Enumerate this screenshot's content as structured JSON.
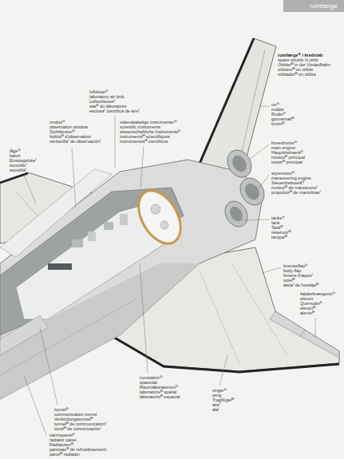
{
  "diagram": {
    "title": "rumfærge",
    "labels": [
      "rumfærgeᶠᵏ i kredsløb",
      "space shuttle in orbit",
      "Orbiterᴹ in der Umlaufbahn",
      "orbiteurᴹ en orbite",
      "orbitadorᴹ en órbita",
      "luftsluseᶠᵏ",
      "laboratory air lock",
      "Luftschleuseᶠ",
      "sasᴹ du laboratoire",
      "esclusaᶠ científica de aireᶠ",
      "vindueᶠᵏ",
      "observation window",
      "Sichtfensterᴺ",
      "hublotᴹ d'observation",
      "ventanillaᶠ de observaciónᶠ",
      "videnskabelige instrumenterᶠᵏ",
      "scientific instruments",
      "wissenschaftliche Instrumenteᴺ",
      "instrumentsᴹ scientifiques",
      "instrumentosᴹ científicos",
      "lågeᶠᵏ",
      "hatch",
      "Einstiegslukeᶠ",
      "écoutilleᶠ",
      "escotillaᶠ",
      "rorᶠᵏ",
      "rudder",
      "Ruderᴺ",
      "gouvernailᴹ",
      "timónᴹ",
      "hovedmotorᶠᵏ",
      "main engine",
      "Haupttriebwerkᴺ",
      "moteurᴹ principal",
      "motorᴹ principal",
      "styremotorᶠᵏ",
      "maneuvering engine",
      "Steuertriebwerkᴺ",
      "moteurᴹ de manoeuvreᶠ",
      "propulsorᴹ de maniobrasᶠ",
      "tankeᶠᵏ",
      "tank",
      "Tankᴹ",
      "réservoirᴹ",
      "tanqueᴹ",
      "bremseflapᶠᵏ",
      "body flap",
      "hintere Klappeᶠ",
      "voletᴹ",
      "aletaᶠ de fuselajeᴹ",
      "højderkrængerorᶠᵏ",
      "elevon",
      "Querruderᴺ",
      "élevonᴹ",
      "alerónᴹ",
      "vingerᶠᵏ",
      "wing",
      "Tragflügelᴹ",
      "aileᶠ",
      "alaᶠ",
      "rumstationᶠᵏ",
      "spacelab",
      "Raumlaboratoriumᴺ",
      "laboratoireᴹ spatial",
      "laboratorioᴹ espacial",
      "tunnelᶠᵏ",
      "communication tunnel",
      "Verbindungstunnelᴹ",
      "tunnelᴹ de communicationᶠ",
      "túnelᴹ de comunicaciónᶠ",
      "varmepanelᶠᵏ",
      "radiator panel",
      "Radiatorenᴹ",
      "panneauᴹ de refroidissement",
      "panelᴹ radiador"
    ]
  }
}
